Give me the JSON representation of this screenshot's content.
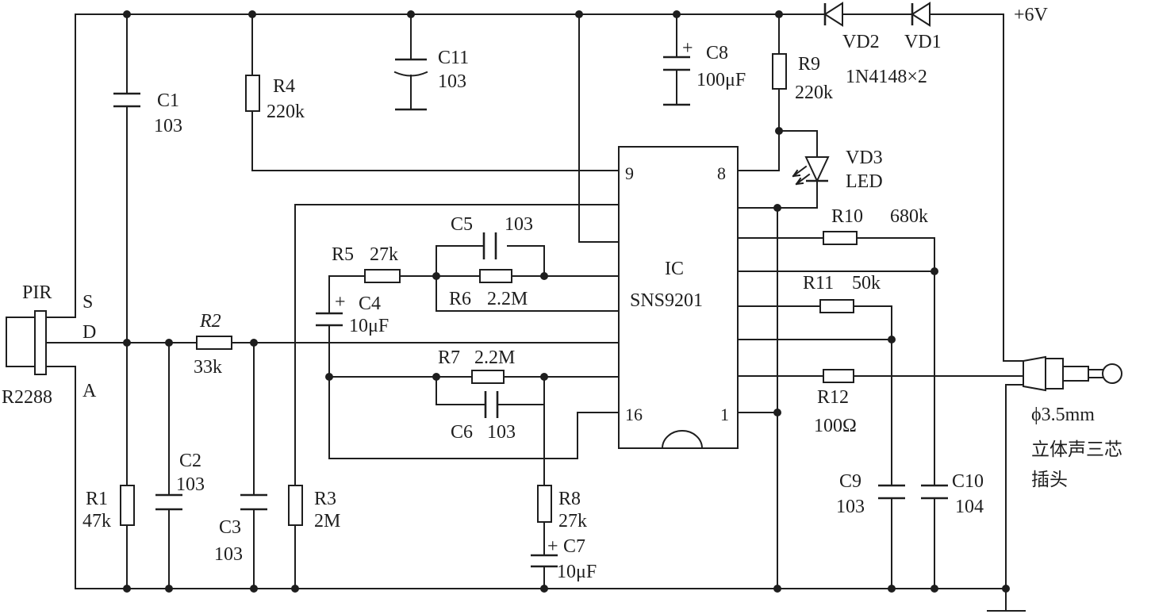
{
  "supply": {
    "voltage": "+6V"
  },
  "sensor": {
    "name": "PIR",
    "model": "R2288",
    "pin_s": "S",
    "pin_d": "D",
    "pin_a": "A"
  },
  "ic": {
    "ref": "IC",
    "part": "SNS9201",
    "pin9": "9",
    "pin8": "8",
    "pin16": "16",
    "pin1": "1"
  },
  "diodes": {
    "vd2": "VD2",
    "vd1": "VD1",
    "value": "1N4148×2",
    "vd3": "VD3",
    "vd3_type": "LED"
  },
  "resistors": [
    {
      "ref": "R1",
      "value": "47k"
    },
    {
      "ref": "R2",
      "value": "33k"
    },
    {
      "ref": "R3",
      "value": "2M"
    },
    {
      "ref": "R4",
      "value": "220k"
    },
    {
      "ref": "R5",
      "value": "27k"
    },
    {
      "ref": "R6",
      "value": "2.2M"
    },
    {
      "ref": "R7",
      "value": "2.2M"
    },
    {
      "ref": "R8",
      "value": "27k"
    },
    {
      "ref": "R9",
      "value": "220k"
    },
    {
      "ref": "R10",
      "value": "680k"
    },
    {
      "ref": "R11",
      "value": "50k"
    },
    {
      "ref": "R12",
      "value": "100Ω"
    }
  ],
  "capacitors": [
    {
      "ref": "C1",
      "value": "103"
    },
    {
      "ref": "C2",
      "value": "103"
    },
    {
      "ref": "C3",
      "value": "103"
    },
    {
      "ref": "C4",
      "value": "10μF"
    },
    {
      "ref": "C5",
      "value": "103"
    },
    {
      "ref": "C6",
      "value": "103"
    },
    {
      "ref": "C7",
      "value": "10μF"
    },
    {
      "ref": "C8",
      "value": "100μF"
    },
    {
      "ref": "C9",
      "value": "103"
    },
    {
      "ref": "C10",
      "value": "104"
    },
    {
      "ref": "C11",
      "value": "103"
    }
  ],
  "polarity_mark": "+",
  "jack": {
    "size": "ϕ3.5mm",
    "line1": "立体声三芯",
    "line2": "插头"
  }
}
